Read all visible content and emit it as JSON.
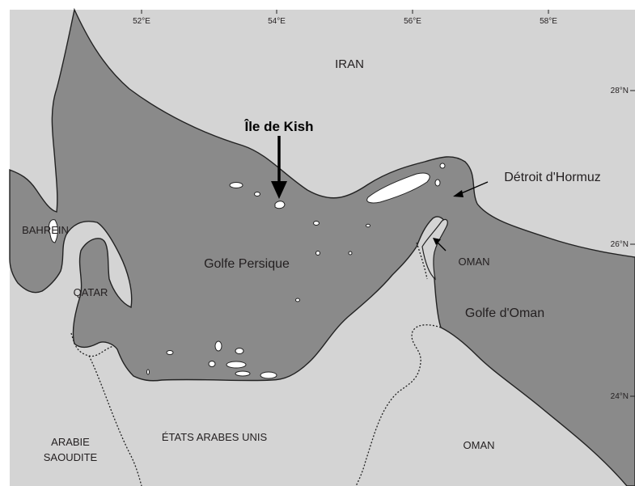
{
  "colors": {
    "land": "#d4d4d4",
    "sea": "#8a8a8a",
    "outline": "#222222",
    "frame": "#ffffff"
  },
  "longitude_labels": [
    "52°E",
    "54°E",
    "56°E",
    "58°E"
  ],
  "latitude_labels": [
    "28°N",
    "26°N",
    "24°N"
  ],
  "countries": {
    "iran": "IRAN",
    "bahrain": "BAHREIN",
    "qatar": "QATAR",
    "oman_musandam": "OMAN",
    "arabie_line1": "ARABIE",
    "arabie_line2": "SAOUDITE",
    "uae": "ÉTATS ARABES UNIS",
    "oman_main": "OMAN"
  },
  "water_bodies": {
    "persian_gulf": "Golfe Persique",
    "gulf_of_oman": "Golfe d'Oman",
    "hormuz": "Détroit d'Hormuz"
  },
  "highlight": {
    "kish": "Île de Kish"
  }
}
